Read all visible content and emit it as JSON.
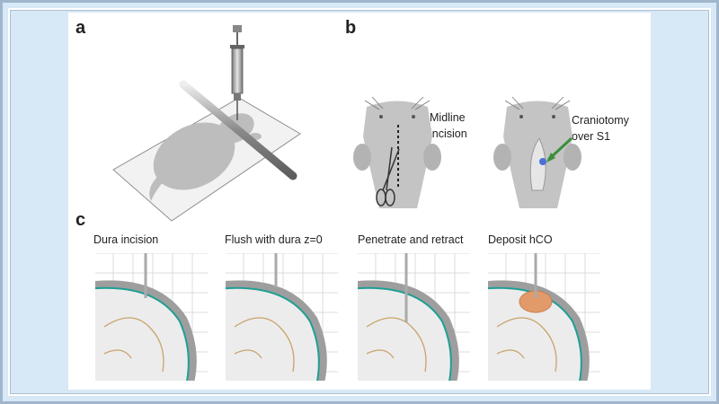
{
  "panels": {
    "a": {
      "letter": "a"
    },
    "b": {
      "letter": "b",
      "midline_line1": "Midline",
      "midline_line2": "incision",
      "cranio_line1": "Craniotomy",
      "cranio_line2": "over S1"
    },
    "c": {
      "letter": "c",
      "steps": [
        {
          "label": "Dura incision"
        },
        {
          "label": "Flush with dura z=0"
        },
        {
          "label": "Penetrate and retract"
        },
        {
          "label": "Deposit hCO"
        }
      ]
    }
  },
  "colors": {
    "mouse": "#b9b9b9",
    "dura": "#1f9e93",
    "skull": "#9e9e9e",
    "brain_outline": "#c9a36a",
    "hco": "#e39a6a",
    "arrow": "#3a8f3a"
  }
}
